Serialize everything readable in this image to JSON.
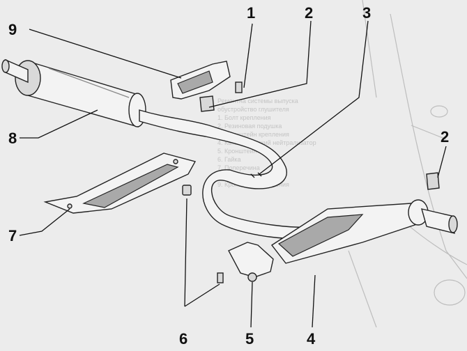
{
  "callouts": [
    "1",
    "2",
    "3",
    "4",
    "5",
    "6",
    "7",
    "8",
    "9",
    "2"
  ],
  "background_text": [
    "Ремонтна системы выпуска",
    "обустройство глушителя",
    "1. Болт крепления",
    "2. Резиновая подушка",
    "3. Кронштейн крепления",
    "4. Каталитический нейтрализатор",
    "5. Кронштейн",
    "6. Гайка",
    "7. Поперечина",
    "8. Основной глушитель",
    "9. Кронштейн крепления"
  ]
}
